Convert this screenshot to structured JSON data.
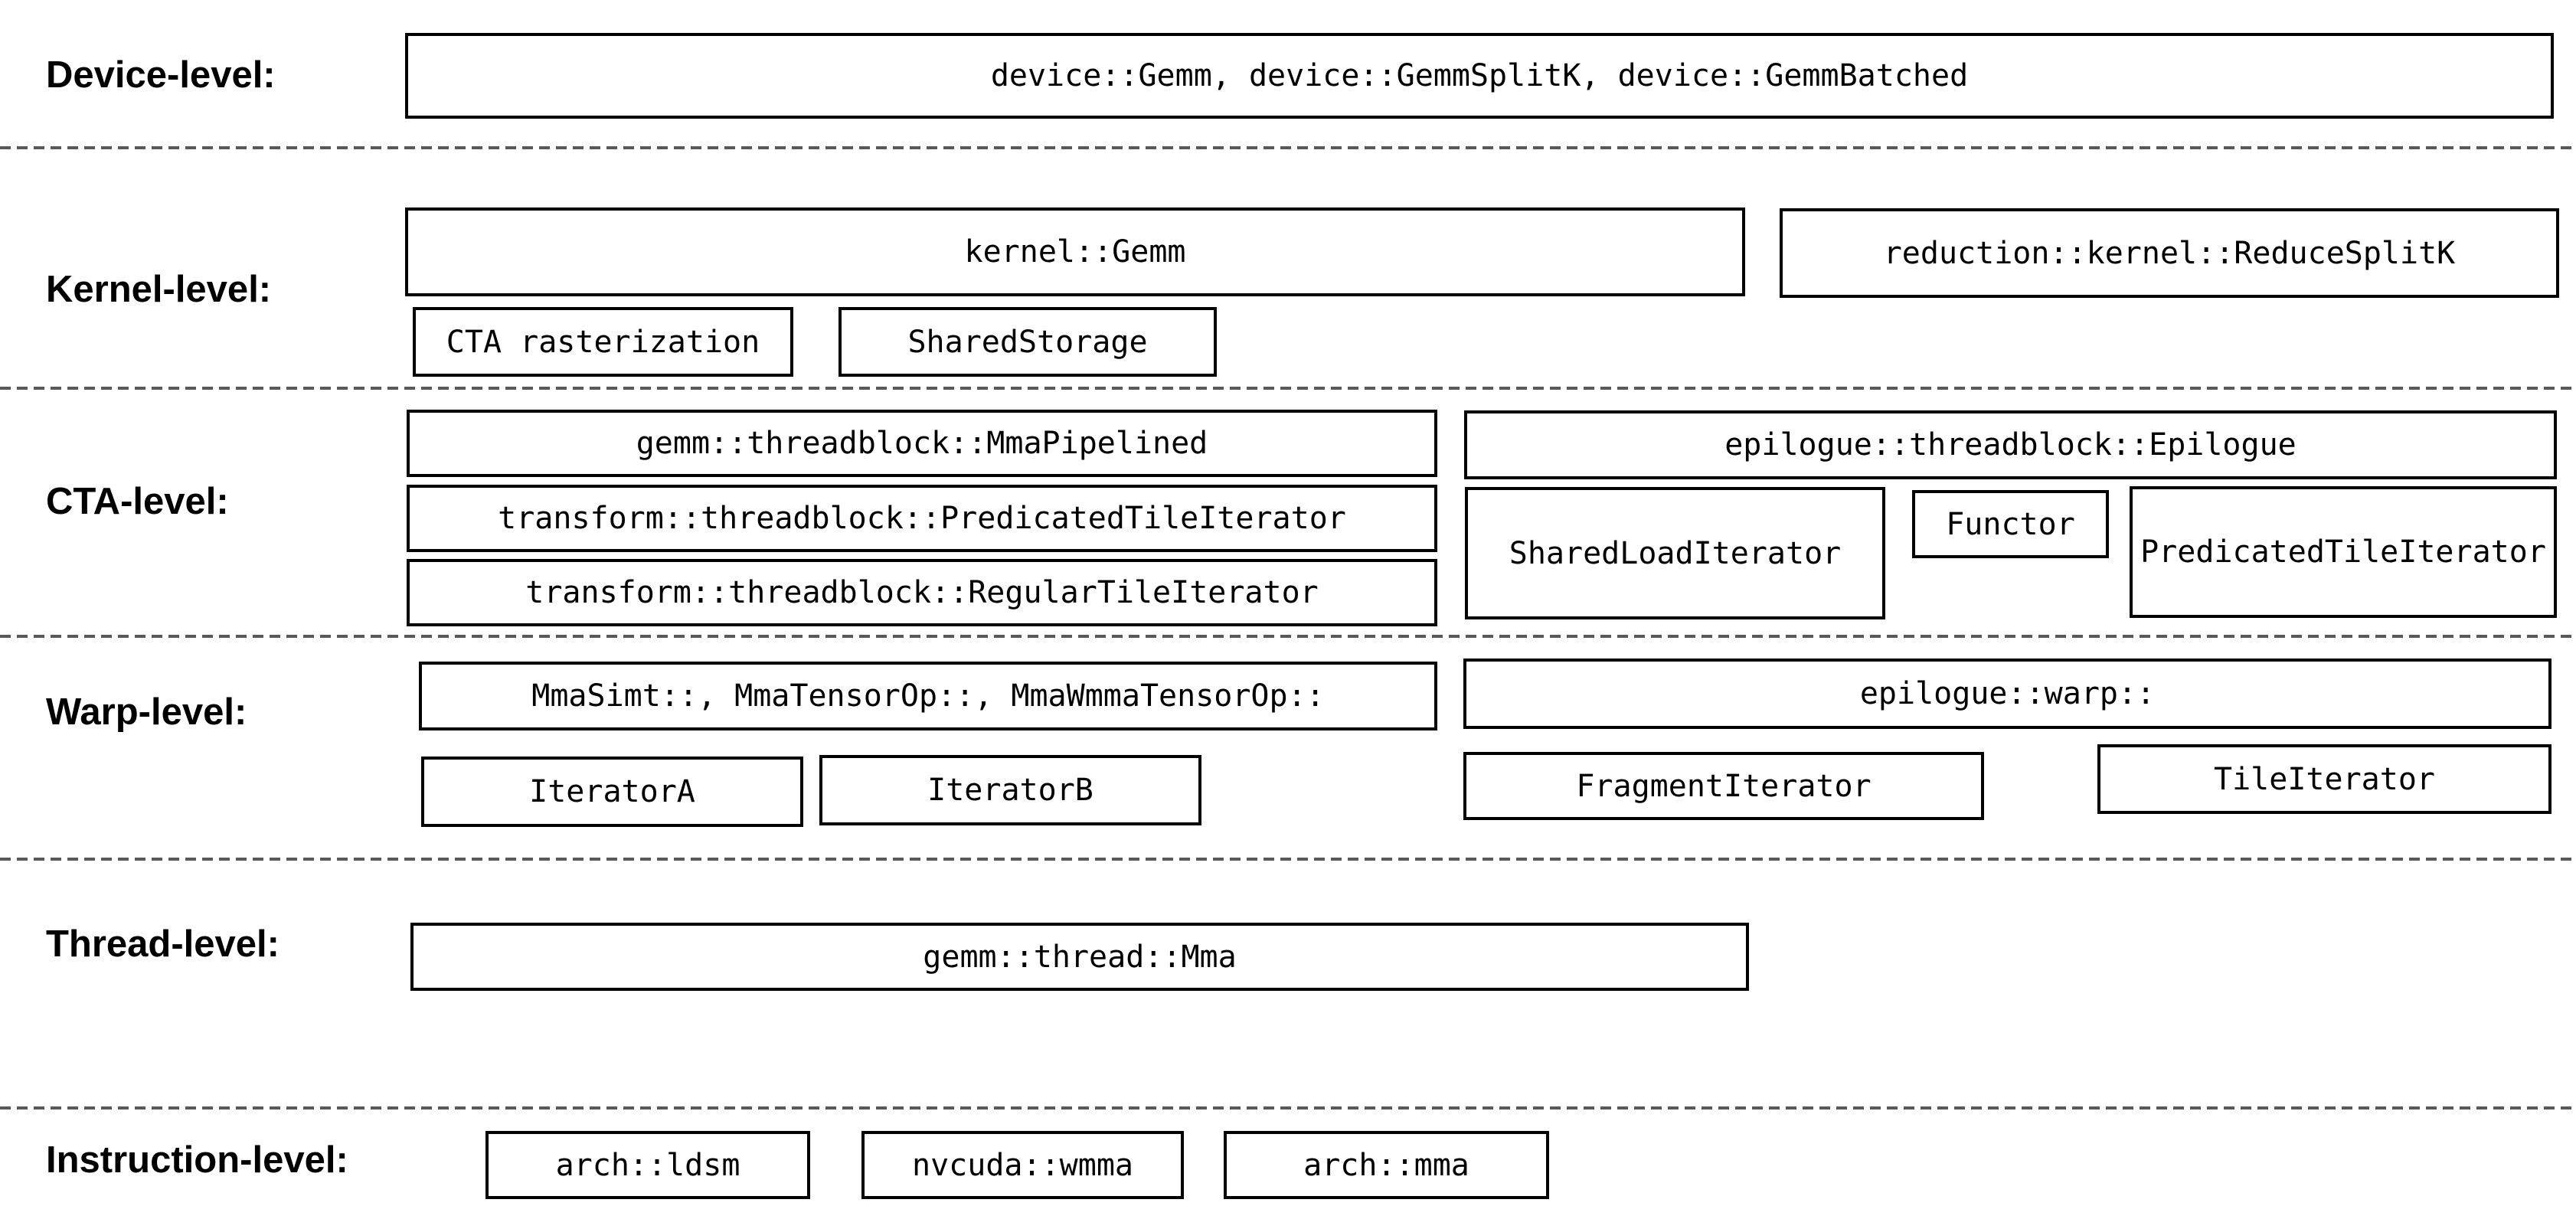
{
  "rows": {
    "device": {
      "label": "Device-level:",
      "box": "device::Gemm, device::GemmSplitK, device::GemmBatched"
    },
    "kernel": {
      "label": "Kernel-level:",
      "kernel_gemm": "kernel::Gemm",
      "reduce_splitk": "reduction::kernel::ReduceSplitK",
      "cta_rasterization": "CTA rasterization",
      "shared_storage": "SharedStorage"
    },
    "cta": {
      "label": "CTA-level:",
      "mma_pipelined": "gemm::threadblock::MmaPipelined",
      "predicated_tile_iterator": "transform::threadblock::PredicatedTileIterator",
      "regular_tile_iterator": "transform::threadblock::RegularTileIterator",
      "epilogue": "epilogue::threadblock::Epilogue",
      "shared_load_iterator": "SharedLoadIterator",
      "functor": "Functor",
      "epilogue_predicated_tile_iterator": "PredicatedTileIterator"
    },
    "warp": {
      "label": "Warp-level:",
      "mma_ops": "MmaSimt::, MmaTensorOp::, MmaWmmaTensorOp::",
      "iterator_a": "IteratorA",
      "iterator_b": "IteratorB",
      "epilogue_warp": "epilogue::warp::",
      "fragment_iterator": "FragmentIterator",
      "tile_iterator": "TileIterator"
    },
    "thread": {
      "label": "Thread-level:",
      "gemm_thread_mma": "gemm::thread::Mma"
    },
    "instruction": {
      "label": "Instruction-level:",
      "arch_ldsm": "arch::ldsm",
      "nvcuda_wmma": "nvcuda::wmma",
      "arch_mma": "arch::mma"
    }
  },
  "colors": {
    "background": "#ffffff",
    "box_border": "#000000",
    "text": "#000000",
    "separator": "#595959"
  }
}
